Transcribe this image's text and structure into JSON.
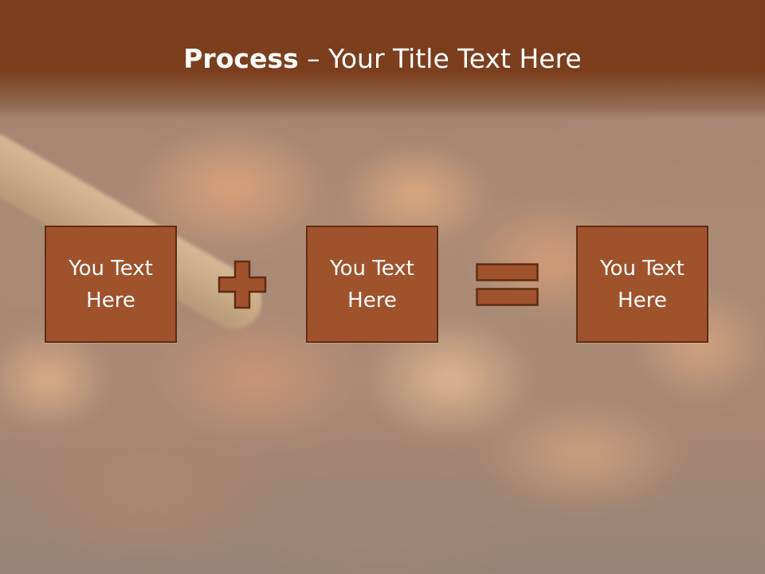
{
  "title": {
    "bold": "Process",
    "rest": " – Your Title Text Here"
  },
  "boxes": [
    {
      "label": "You Text\nHere"
    },
    {
      "label": "You Text\nHere"
    },
    {
      "label": "You Text\nHere"
    }
  ],
  "operators": {
    "plus": "plus-icon",
    "equals": "equals-icon"
  },
  "colors": {
    "title_band": "#7b3f1e",
    "box_fill": "#a0522d",
    "box_border": "#5e2d12",
    "text": "#ffffff"
  }
}
